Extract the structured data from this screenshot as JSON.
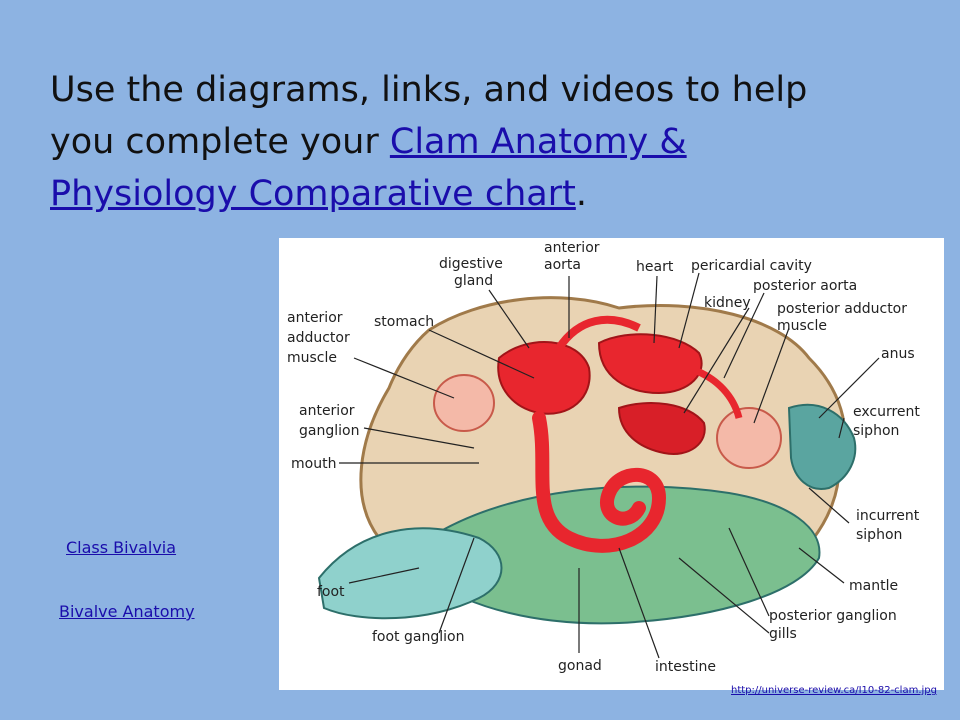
{
  "slide": {
    "heading_pre": "Use the diagrams, links, and videos to help you complete your ",
    "heading_link": "Clam Anatomy & Physiology Comparative chart",
    "heading_post": "."
  },
  "links": {
    "class_bivalvia": "Class Bivalvia",
    "bivalve_anatomy": "Bivalve Anatomy",
    "source_url": "http://universe-review.ca/I10-82-clam.jpg"
  },
  "diagram": {
    "labels": {
      "anterior_aorta_1": "anterior",
      "anterior_aorta_2": "aorta",
      "digestive_gland_1": "digestive",
      "digestive_gland_2": "gland",
      "heart": "heart",
      "pericardial_cavity": "pericardial cavity",
      "posterior_aorta": "posterior aorta",
      "kidney": "kidney",
      "posterior_adductor_1": "posterior adductor",
      "posterior_adductor_2": "muscle",
      "anterior_adductor_1": "anterior",
      "anterior_adductor_2": "adductor",
      "anterior_adductor_3": "muscle",
      "stomach": "stomach",
      "anus": "anus",
      "anterior_ganglion_1": "anterior",
      "anterior_ganglion_2": "ganglion",
      "excurrent_1": "excurrent",
      "excurrent_2": "siphon",
      "mouth": "mouth",
      "incurrent_1": "incurrent",
      "incurrent_2": "siphon",
      "foot": "foot",
      "mantle": "mantle",
      "posterior_ganglion": "posterior ganglion",
      "foot_ganglion": "foot ganglion",
      "gills": "gills",
      "gonad": "gonad",
      "intestine": "intestine"
    }
  }
}
